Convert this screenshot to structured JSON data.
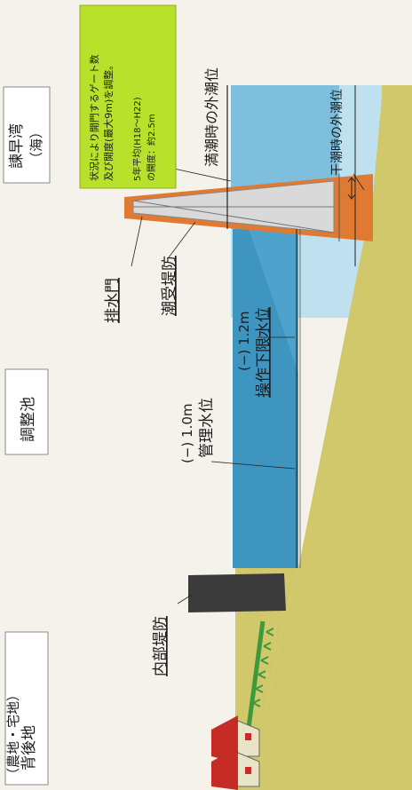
{
  "colors": {
    "background": "#f4f2ea",
    "ground": "#d1c86b",
    "water_dark": "#3e95c0",
    "water_light": "#bfe0ee",
    "gate_outer": "#e07a32",
    "gate_inner": "#d9d9d9",
    "inner_dike": "#3a3b3a",
    "note_box": "#b7e12a",
    "house_roof": "#c42c25",
    "grass": "#3c9a3a"
  },
  "zones": {
    "hinterland": {
      "line1": "背後地",
      "line2": "（農地・宅地）"
    },
    "reservoir": {
      "label": "調整池"
    },
    "isahaya_bay": {
      "line1": "諫早湾",
      "line2": "（海）"
    }
  },
  "structures": {
    "inner_dike": "内部堤防",
    "drain_gate": "排水門",
    "tidal_dike": "潮受堤防"
  },
  "water_levels": {
    "high_tide": "満潮時の外潮位",
    "low_tide": "干潮時の外潮位",
    "management_level": {
      "value": "(−) 1.0m",
      "label": "管理水位"
    },
    "operation_lower_limit": {
      "value": "(−) 1.2m",
      "label": "操作下限水位"
    }
  },
  "gate_note": {
    "line1": "状況により開門するゲート数",
    "line2": "及び開度(最大9m)を調整。",
    "line3": "5年平均(H18〜H22)",
    "line4": "の開度：約2.5m"
  }
}
